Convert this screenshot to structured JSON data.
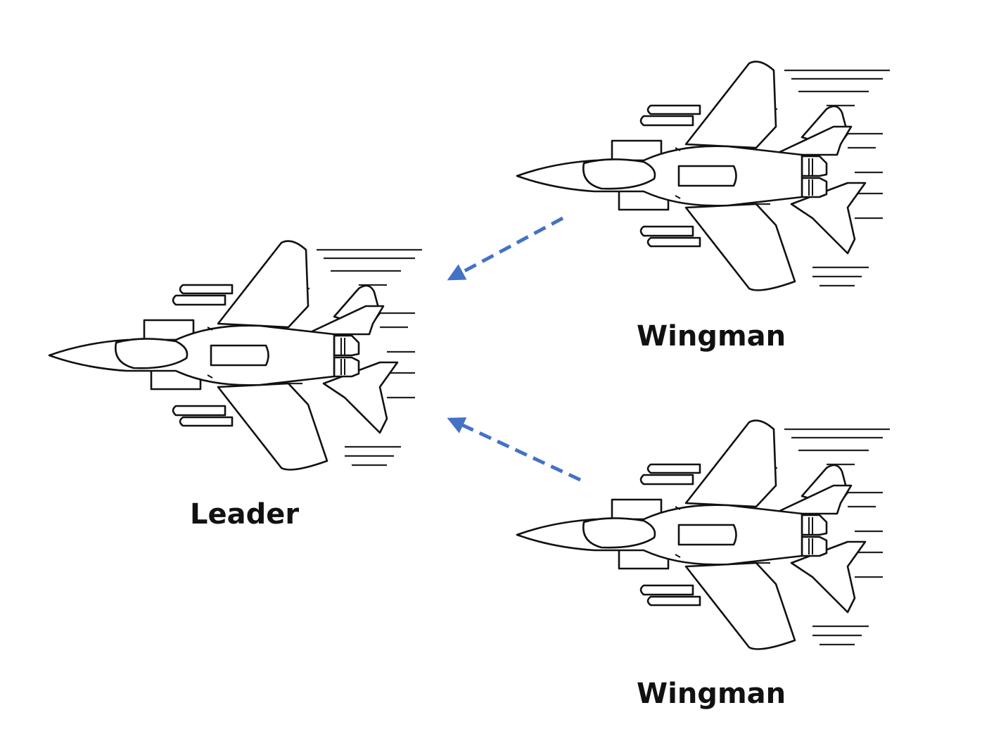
{
  "diagram": {
    "aircraft": [
      {
        "role": "leader",
        "label": "Leader"
      },
      {
        "role": "wingman",
        "label": "Wingman"
      },
      {
        "role": "wingman",
        "label": "Wingman"
      }
    ],
    "arrows": [
      {
        "from": "wingman-1",
        "to": "leader",
        "style": "dashed",
        "color": "#4472C4"
      },
      {
        "from": "wingman-2",
        "to": "leader",
        "style": "dashed",
        "color": "#4472C4"
      }
    ],
    "colors": {
      "arrow": "#4472C4",
      "outline": "#111111",
      "background": "#ffffff"
    }
  }
}
